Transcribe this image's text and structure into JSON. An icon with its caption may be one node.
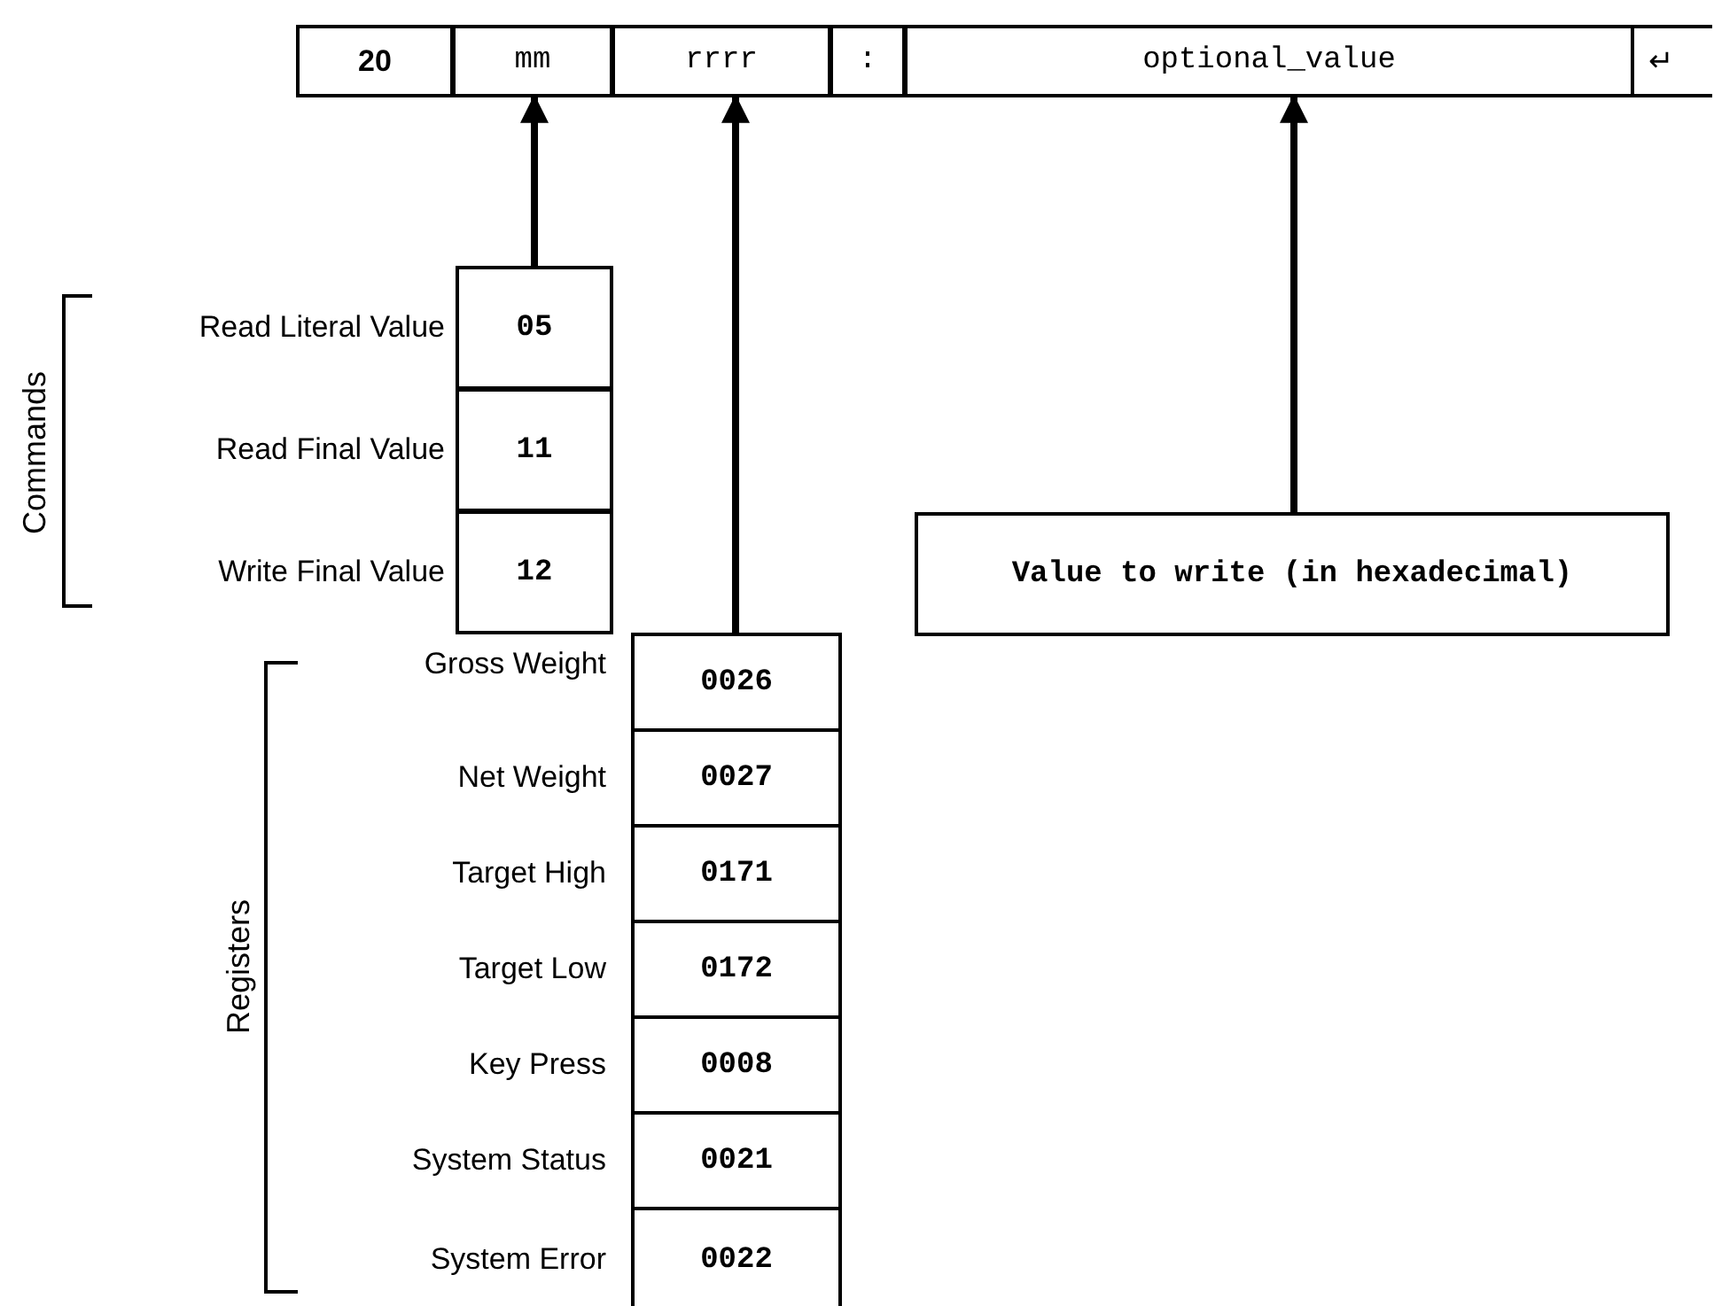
{
  "diagram": {
    "nodes": [
      {
        "text": [
          "20"
        ]
      },
      {
        "text": [
          "mm"
        ]
      },
      {
        "text": [
          "rrrr"
        ]
      },
      {
        "text": [
          ":"
        ]
      },
      {
        "text": [
          "optional_value"
        ]
      },
      {
        "text": [
          "↵"
        ]
      },
      {
        "text": [
          "05"
        ],
        "beside": [
          "Read Literal Value"
        ]
      },
      {
        "text": [
          "11"
        ],
        "beside": [
          "Read Final Value"
        ]
      },
      {
        "text": [
          "12"
        ],
        "beside": [
          "Write Final Value"
        ]
      },
      {
        "text": [
          "0026"
        ],
        "beside": [
          "Gross Weight"
        ]
      },
      {
        "text": [
          "0027"
        ],
        "beside": [
          "Net Weight"
        ]
      },
      {
        "text": [
          "0171"
        ],
        "beside": [
          "Target High"
        ]
      },
      {
        "text": [
          "0172"
        ],
        "beside": [
          "Target Low"
        ]
      },
      {
        "text": [
          "0008"
        ],
        "beside": [
          "Key Press"
        ]
      },
      {
        "text": [
          "0021"
        ],
        "beside": [
          "System Status"
        ]
      },
      {
        "text": [
          "0022"
        ],
        "beside": [
          "System Error"
        ]
      },
      {
        "text": [
          "Value to write (in hexadecimal)"
        ]
      }
    ],
    "edges": [
      {
        "from": 6,
        "to": 1,
        "arrow": "to"
      },
      {
        "from": 9,
        "to": 2,
        "arrow": "to"
      },
      {
        "from": 16,
        "to": 4,
        "arrow": "to"
      }
    ],
    "labels": [
      "Commands",
      "Registers"
    ]
  }
}
